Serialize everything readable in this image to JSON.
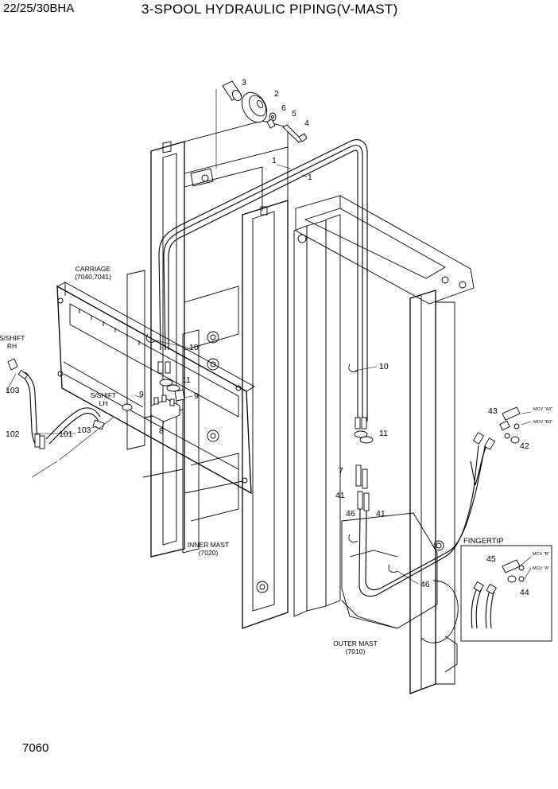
{
  "header": {
    "model": "22/25/30BHA",
    "title": "3-SPOOL HYDRAULIC PIPING(V-MAST)"
  },
  "page_number": "7060",
  "assemblies": {
    "carriage": [
      "CARRIAGE",
      "(7040,7041)"
    ],
    "inner_mast": [
      "INNER MAST",
      "(7020)"
    ],
    "outer_mast": [
      "OUTER MAST",
      "(7010)"
    ],
    "sshift_rh": [
      "S/SHIFT",
      "RH"
    ],
    "sshift_lh": [
      "S/SHIFT",
      "LH"
    ],
    "fingertip": "FINGERTIP"
  },
  "mcv_labels": {
    "a3": "MCV \"A3\"",
    "b3": "MCV \"B3\"",
    "b": "MCV \"B\"",
    "a": "MCV \"A\""
  },
  "part_numbers": {
    "p1a": "1",
    "p1b": "1",
    "p2": "2",
    "p3": "3",
    "p4": "4",
    "p5": "5",
    "p6": "6",
    "p7": "7",
    "p8": "8",
    "p9a": "9",
    "p9b": "9",
    "p10a": "10",
    "p10b": "10",
    "p11a": "11",
    "p11b": "11",
    "p41a": "41",
    "p41b": "41",
    "p42": "42",
    "p43": "43",
    "p44": "44",
    "p45": "45",
    "p46a": "46",
    "p46b": "46",
    "p101": "101",
    "p102": "102",
    "p103a": "103",
    "p103b": "103"
  }
}
